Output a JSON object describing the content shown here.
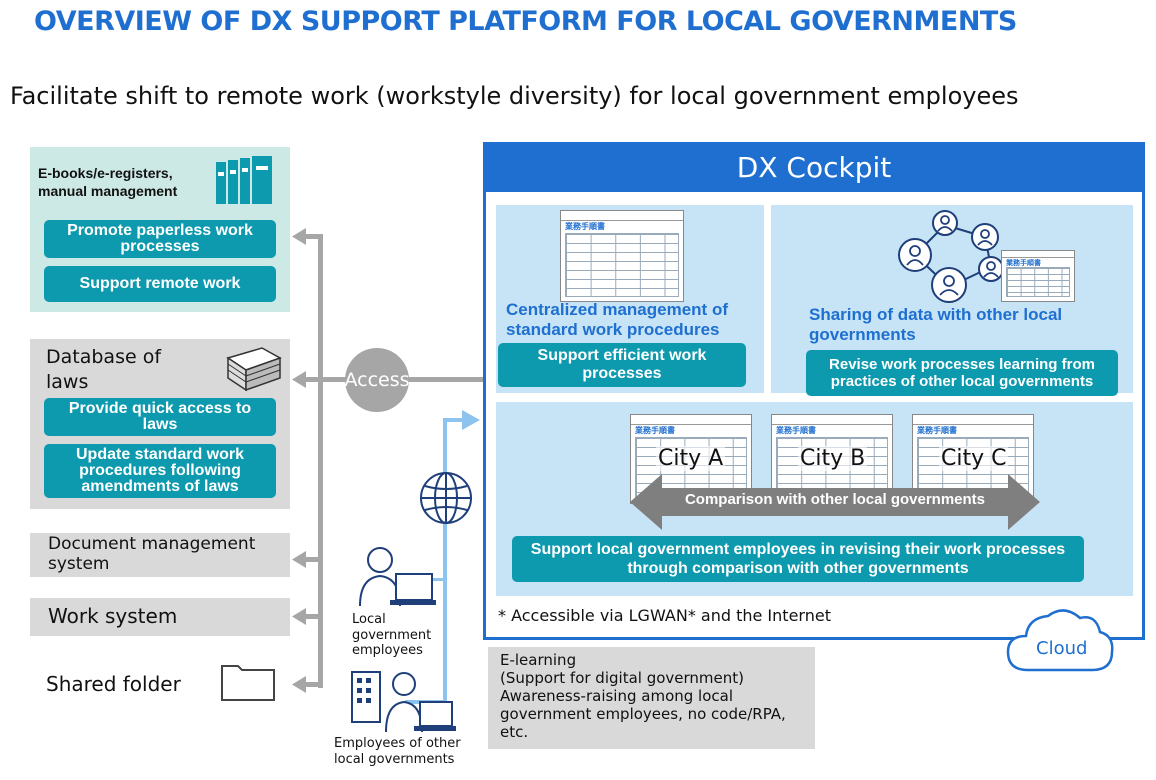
{
  "title": "OVERVIEW OF DX SUPPORT PLATFORM FOR LOCAL GOVERNMENTS",
  "subtitle": "Facilitate shift to remote work (workstyle diversity) for local government employees",
  "left": {
    "ebooks": {
      "heading_line1": "E-books/e-registers,",
      "heading_line2": "manual management",
      "btn1": "Promote paperless work processes",
      "btn2": "Support remote work"
    },
    "laws": {
      "heading_line1": "Database of",
      "heading_line2": "laws",
      "btn1": "Provide quick access to laws",
      "btn2": "Update standard work procedures following amendments of laws"
    },
    "docmgmt_line1": "Document management",
    "docmgmt_line2": "system",
    "work_system": "Work system",
    "shared_folder": "Shared folder"
  },
  "access_label": "Access",
  "users": {
    "local_employees": "Local government employees",
    "other_employees": "Employees of other local governments"
  },
  "elearning": {
    "line1": "E-learning",
    "line2": "(Support for digital government)",
    "line3": "Awareness-raising among local government employees, no code/RPA, etc."
  },
  "cockpit": {
    "title": "DX Cockpit",
    "doc_title": "業務手順書",
    "centralized": {
      "heading": "Centralized management of standard work procedures",
      "btn": "Support efficient work processes"
    },
    "sharing": {
      "heading": "Sharing of data with other local governments",
      "btn": "Revise work processes learning from practices of other local governments"
    },
    "compare": {
      "city_a": "City A",
      "city_b": "City B",
      "city_c": "City C",
      "arrow_label": "Comparison with other local governments",
      "btn": "Support local government employees in revising their work processes through comparison with other governments"
    },
    "note": "* Accessible via LGWAN* and the Internet",
    "cloud": "Cloud"
  },
  "colors": {
    "accent_blue": "#1f6fd0",
    "teal": "#0d9aaf",
    "light_panel": "#c6e4f5",
    "gray": "#a6a6a6"
  }
}
